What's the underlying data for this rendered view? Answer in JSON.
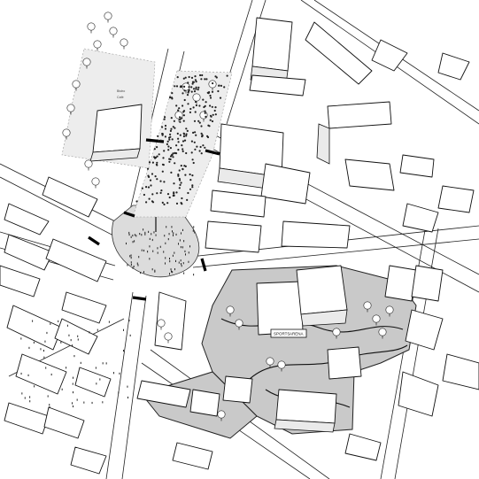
{
  "map": {
    "type": "axonometric urban site plan",
    "palette": {
      "background": "#ffffff",
      "line": "#111111",
      "highlight_zone": "#c9c9c9",
      "plaza": "#dcdcdc",
      "park_zone": "#ededed"
    }
  },
  "labels": {
    "sign_left": "SPORTS",
    "sign_right": "ARENA"
  },
  "legend": {
    "crosswalk_marker": "crosswalk-icon",
    "tree_marker": "tree-icon"
  }
}
